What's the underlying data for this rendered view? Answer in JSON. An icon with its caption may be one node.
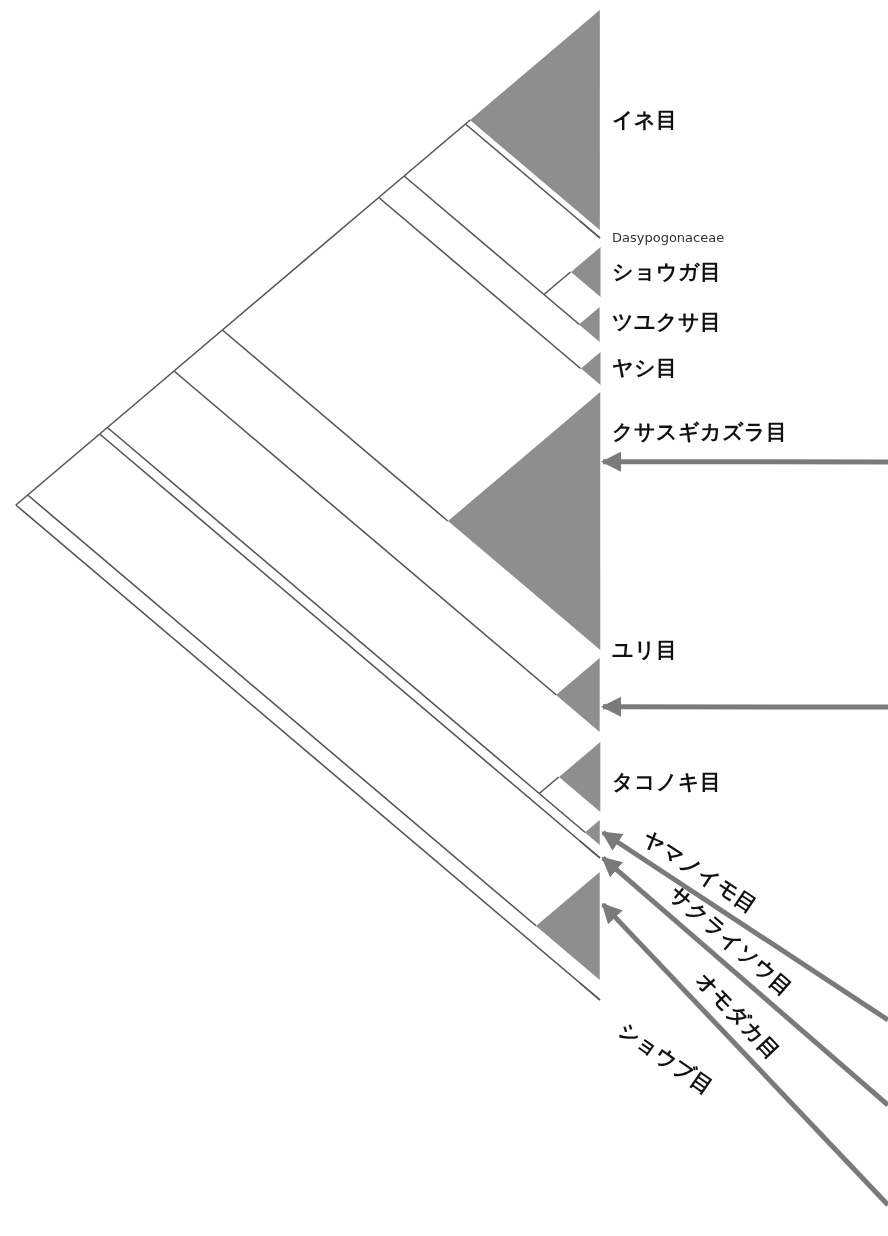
{
  "diagram": {
    "nodes": [
      {
        "text": [],
        "shape": "triangle",
        "beside": [
          "イネ目"
        ]
      },
      {
        "text": [],
        "shape": "line",
        "beside": [
          "Dasypogonaceae"
        ]
      },
      {
        "text": [],
        "shape": "triangle",
        "beside": [
          "ショウガ目"
        ]
      },
      {
        "text": [],
        "shape": "triangle",
        "beside": [
          "ツユクサ目"
        ]
      },
      {
        "text": [],
        "shape": "triangle",
        "beside": [
          "ヤシ目"
        ]
      },
      {
        "text": [],
        "shape": "triangle",
        "beside": [
          "クサスギカズラ目"
        ]
      },
      {
        "text": [],
        "shape": "triangle",
        "beside": [
          "ユリ目"
        ]
      },
      {
        "text": [],
        "shape": "triangle",
        "beside": [
          "タコノキ目"
        ]
      },
      {
        "text": [],
        "shape": "triangle"
      },
      {
        "text": [],
        "shape": "line"
      },
      {
        "text": [],
        "shape": "triangle"
      },
      {
        "text": [],
        "shape": "line",
        "beside": [
          "ショウブ目"
        ]
      }
    ],
    "edges": [
      {
        "from": null,
        "to": 5,
        "arrow": "to"
      },
      {
        "from": null,
        "to": 6,
        "arrow": "to"
      },
      {
        "from": null,
        "to": 8,
        "arrow": "to",
        "label": "ヤマノイモ目"
      },
      {
        "from": null,
        "to": 9,
        "arrow": "to",
        "label": "サクライソウ目"
      },
      {
        "from": null,
        "to": 10,
        "arrow": "to",
        "label": "オモダカ目"
      }
    ]
  }
}
